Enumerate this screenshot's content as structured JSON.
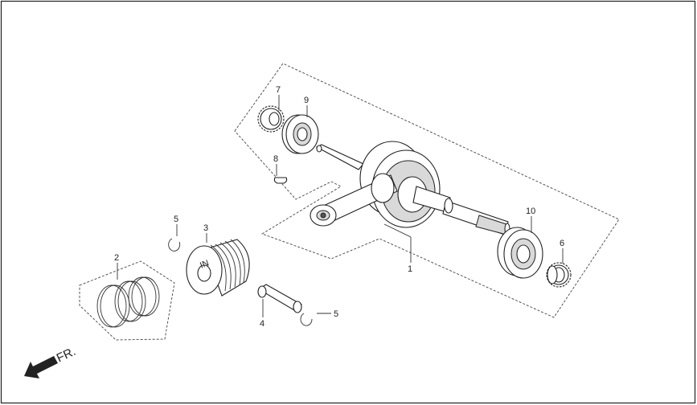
{
  "diagram": {
    "direction_label": "FR.",
    "callouts": [
      {
        "id": "p1",
        "label": "1"
      },
      {
        "id": "p2",
        "label": "2"
      },
      {
        "id": "p3",
        "label": "3"
      },
      {
        "id": "p4",
        "label": "4"
      },
      {
        "id": "p5a",
        "label": "5"
      },
      {
        "id": "p5b",
        "label": "5"
      },
      {
        "id": "p6",
        "label": "6"
      },
      {
        "id": "p7",
        "label": "7"
      },
      {
        "id": "p8",
        "label": "8"
      },
      {
        "id": "p9",
        "label": "9"
      },
      {
        "id": "p10",
        "label": "10"
      }
    ],
    "piston_mark": "IN"
  }
}
